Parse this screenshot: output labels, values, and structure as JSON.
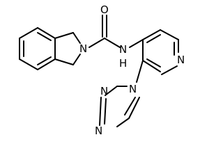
{
  "molecule": {
    "atoms": {
      "carbonyl_o": "O",
      "ring_n": "N",
      "amide_nh": "N",
      "amide_h": "H",
      "pyridine_n": "N",
      "triazole_n1": "N",
      "triazole_n2": "N",
      "triazole_n4": "N"
    }
  }
}
